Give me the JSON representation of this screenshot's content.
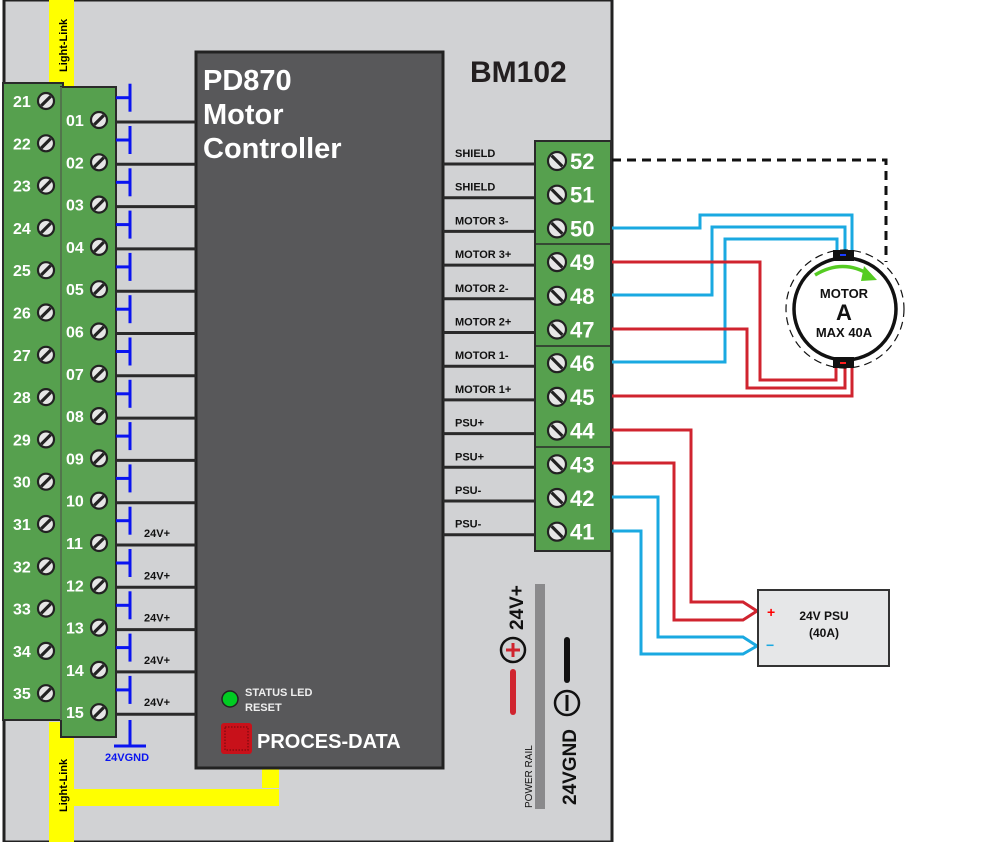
{
  "module": {
    "model": "BM102",
    "controller_title_lines": [
      "PD870",
      "Motor",
      "Controller"
    ],
    "status_led_label": "STATUS LED",
    "reset_label": "RESET",
    "brand": "PROCES-DATA",
    "status_led_color": "#00cc22"
  },
  "light_link": {
    "label": "Light-Link",
    "color": "#ffff00"
  },
  "left_terminals": {
    "outer": [
      "21",
      "22",
      "23",
      "24",
      "25",
      "26",
      "27",
      "28",
      "29",
      "30",
      "31",
      "32",
      "33",
      "34",
      "35"
    ],
    "inner": [
      "01",
      "02",
      "03",
      "04",
      "05",
      "06",
      "07",
      "08",
      "09",
      "10",
      "11",
      "12",
      "13",
      "14",
      "15"
    ],
    "supply_labels": [
      "24V+",
      "24V+",
      "24V+",
      "24V+",
      "24V+"
    ],
    "ground_label": "24VGND"
  },
  "right_terminals": [
    {
      "number": "52",
      "signal": "SHIELD"
    },
    {
      "number": "51",
      "signal": "SHIELD"
    },
    {
      "number": "50",
      "signal": "MOTOR 3-"
    },
    {
      "number": "49",
      "signal": "MOTOR 3+"
    },
    {
      "number": "48",
      "signal": "MOTOR 2-"
    },
    {
      "number": "47",
      "signal": "MOTOR 2+"
    },
    {
      "number": "46",
      "signal": "MOTOR 1-"
    },
    {
      "number": "45",
      "signal": "MOTOR 1+"
    },
    {
      "number": "44",
      "signal": "PSU+"
    },
    {
      "number": "43",
      "signal": "PSU+"
    },
    {
      "number": "42",
      "signal": "PSU-"
    },
    {
      "number": "41",
      "signal": "PSU-"
    }
  ],
  "power_rail": {
    "label": "POWER RAIL",
    "positive_label": "24V+",
    "negative_label": "24VGND"
  },
  "motor": {
    "line1": "MOTOR",
    "line2": "A",
    "line3": "MAX 40A"
  },
  "psu": {
    "line1": "24V PSU",
    "line2": "(40A)",
    "plus": "+",
    "minus": "−"
  },
  "colors": {
    "terminal_green": "#56a04e",
    "module_grey": "#d1d2d4",
    "controller_dark": "#58585a",
    "wire_positive": "#d0242f",
    "wire_negative": "#1aa9e1",
    "bus_blue": "#0a14f0",
    "brand_red": "#c8111a"
  }
}
